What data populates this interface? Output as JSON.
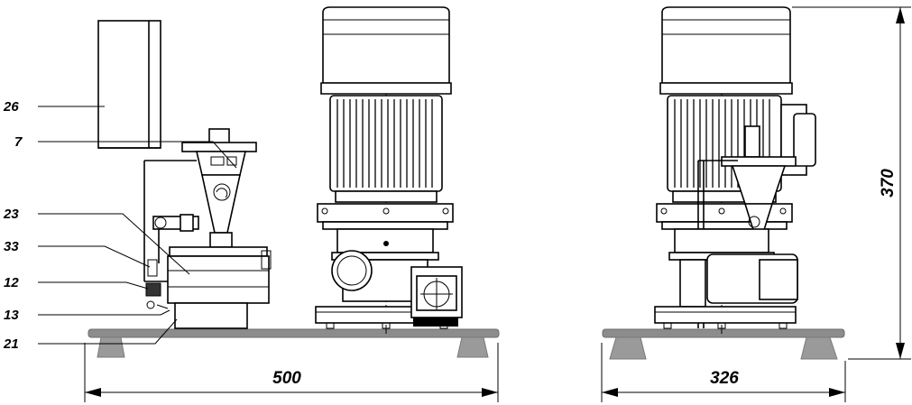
{
  "part_labels": [
    "26",
    "7",
    "23",
    "33",
    "12",
    "13",
    "21"
  ],
  "dimensions": {
    "front_width": "500",
    "side_width": "326",
    "height": "370"
  }
}
